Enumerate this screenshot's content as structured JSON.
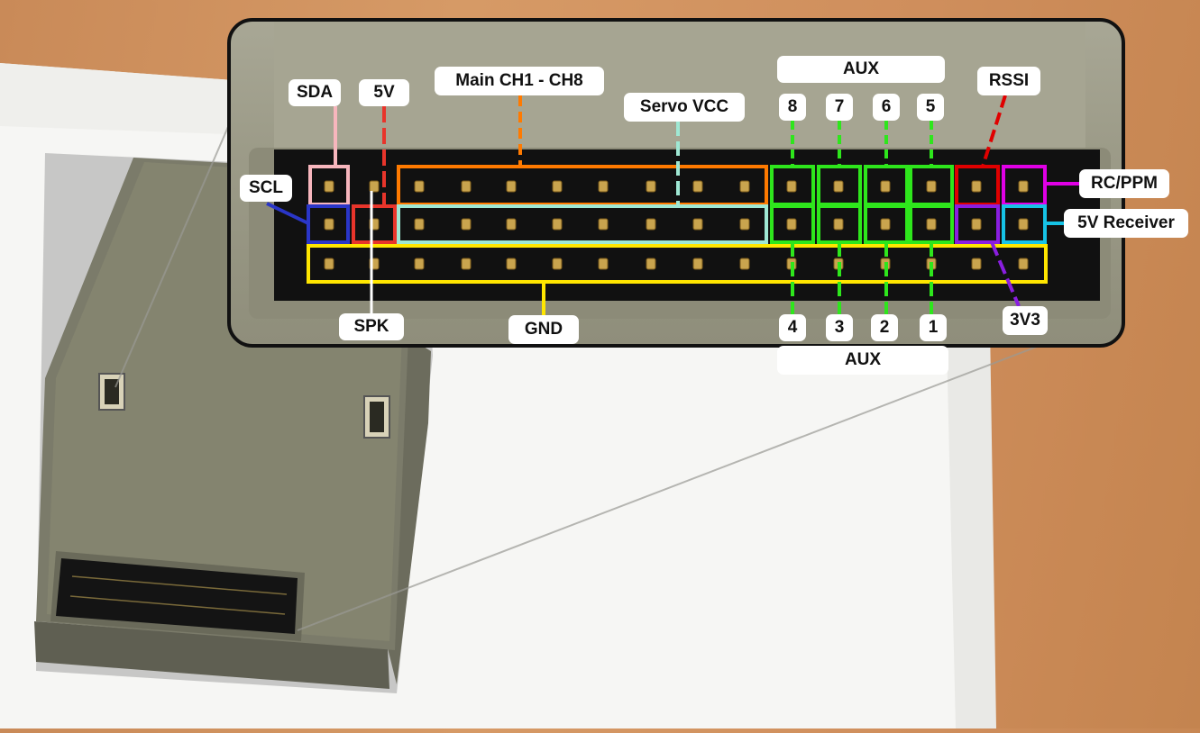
{
  "labels": {
    "sda": "SDA",
    "v5": "5V",
    "main": "Main CH1 - CH8",
    "servo_vcc": "Servo VCC",
    "aux_top": "AUX",
    "aux_top_nums": [
      "8",
      "7",
      "6",
      "5"
    ],
    "rssi": "RSSI",
    "scl": "SCL",
    "rc_ppm": "RC/PPM",
    "receiver_5v": "5V Receiver",
    "spk": "SPK",
    "gnd": "GND",
    "aux_bottom_nums": [
      "4",
      "3",
      "2",
      "1"
    ],
    "aux_bottom": "AUX",
    "v3v3": "3V3"
  },
  "colors": {
    "sda": "#f7b6bd",
    "v5": "#e8352b",
    "main": "#ff7a00",
    "servo_vcc": "#9fe8d4",
    "aux": "#2ee61c",
    "rssi": "#e00000",
    "scl": "#2a36c8",
    "rc_ppm": "#e000e6",
    "receiver_5v": "#16c3e6",
    "spk": "#ffffff",
    "gnd": "#ffe600",
    "v3v3": "#8a1ee0"
  }
}
